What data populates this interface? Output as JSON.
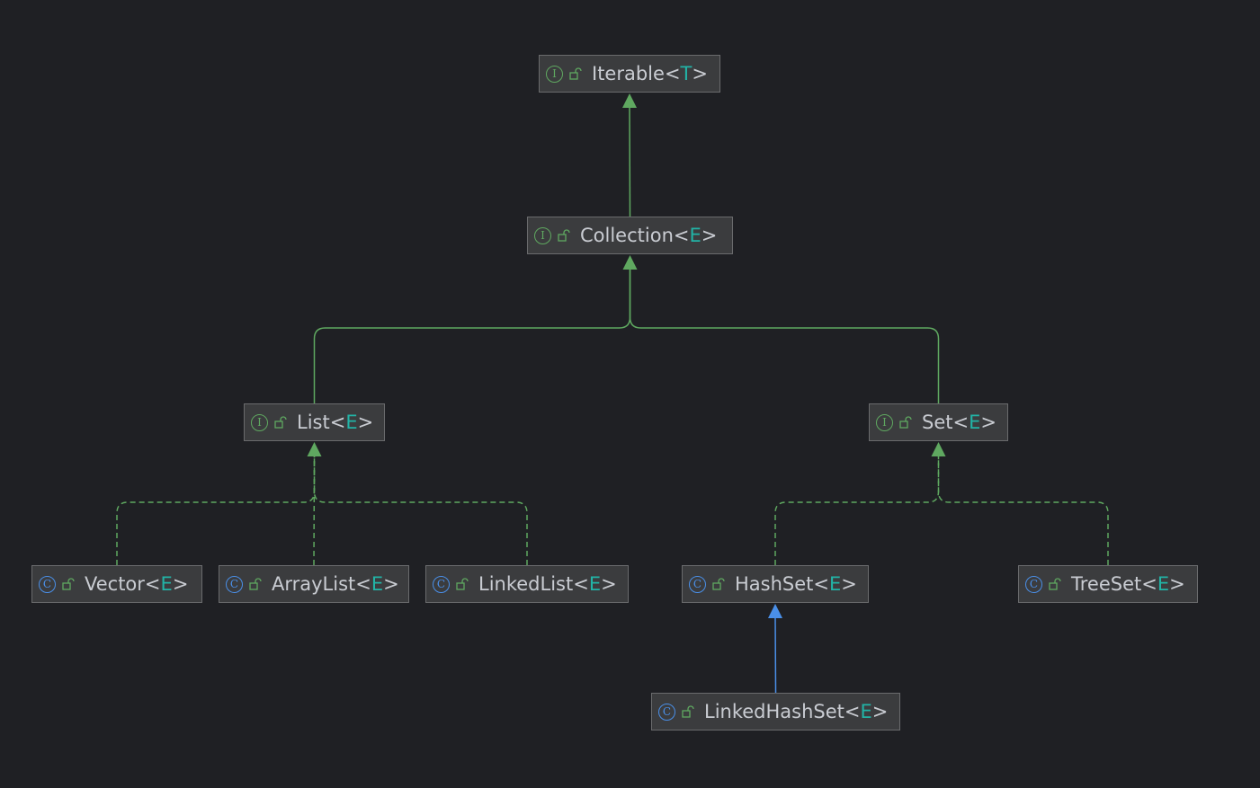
{
  "diagram": {
    "colors": {
      "background": "#1f2024",
      "node_fill": "#3b3c3e",
      "node_border": "#6a6b6d",
      "text": "#c9ccd2",
      "type_param": "#22b3a6",
      "interface_icon": "#5fa860",
      "class_icon": "#4a8fe8",
      "extends_edge": "#5fa860",
      "class_extends_edge": "#4a8fe8"
    },
    "nodes": {
      "iterable": {
        "name": "Iterable",
        "type_param": "T",
        "kind": "interface",
        "kind_letter": "I",
        "icon": "interface-icon"
      },
      "collection": {
        "name": "Collection",
        "type_param": "E",
        "kind": "interface",
        "kind_letter": "I",
        "icon": "interface-icon"
      },
      "list": {
        "name": "List",
        "type_param": "E",
        "kind": "interface",
        "kind_letter": "I",
        "icon": "interface-icon"
      },
      "set": {
        "name": "Set",
        "type_param": "E",
        "kind": "interface",
        "kind_letter": "I",
        "icon": "interface-icon"
      },
      "vector": {
        "name": "Vector",
        "type_param": "E",
        "kind": "class",
        "kind_letter": "C",
        "icon": "class-icon"
      },
      "arraylist": {
        "name": "ArrayList",
        "type_param": "E",
        "kind": "class",
        "kind_letter": "C",
        "icon": "class-icon"
      },
      "linkedlist": {
        "name": "LinkedList",
        "type_param": "E",
        "kind": "class",
        "kind_letter": "C",
        "icon": "class-icon"
      },
      "hashset": {
        "name": "HashSet",
        "type_param": "E",
        "kind": "class",
        "kind_letter": "C",
        "icon": "class-icon"
      },
      "treeset": {
        "name": "TreeSet",
        "type_param": "E",
        "kind": "class",
        "kind_letter": "C",
        "icon": "class-icon"
      },
      "linkedhashset": {
        "name": "LinkedHashSet",
        "type_param": "E",
        "kind": "class",
        "kind_letter": "C",
        "icon": "class-icon"
      }
    },
    "edges": [
      {
        "from": "collection",
        "to": "iterable",
        "style": "extends"
      },
      {
        "from": "list",
        "to": "collection",
        "style": "extends"
      },
      {
        "from": "set",
        "to": "collection",
        "style": "extends"
      },
      {
        "from": "vector",
        "to": "list",
        "style": "implements"
      },
      {
        "from": "arraylist",
        "to": "list",
        "style": "implements"
      },
      {
        "from": "linkedlist",
        "to": "list",
        "style": "implements"
      },
      {
        "from": "hashset",
        "to": "set",
        "style": "implements"
      },
      {
        "from": "treeset",
        "to": "set",
        "style": "implements"
      },
      {
        "from": "linkedhashset",
        "to": "hashset",
        "style": "class-extends"
      }
    ]
  }
}
